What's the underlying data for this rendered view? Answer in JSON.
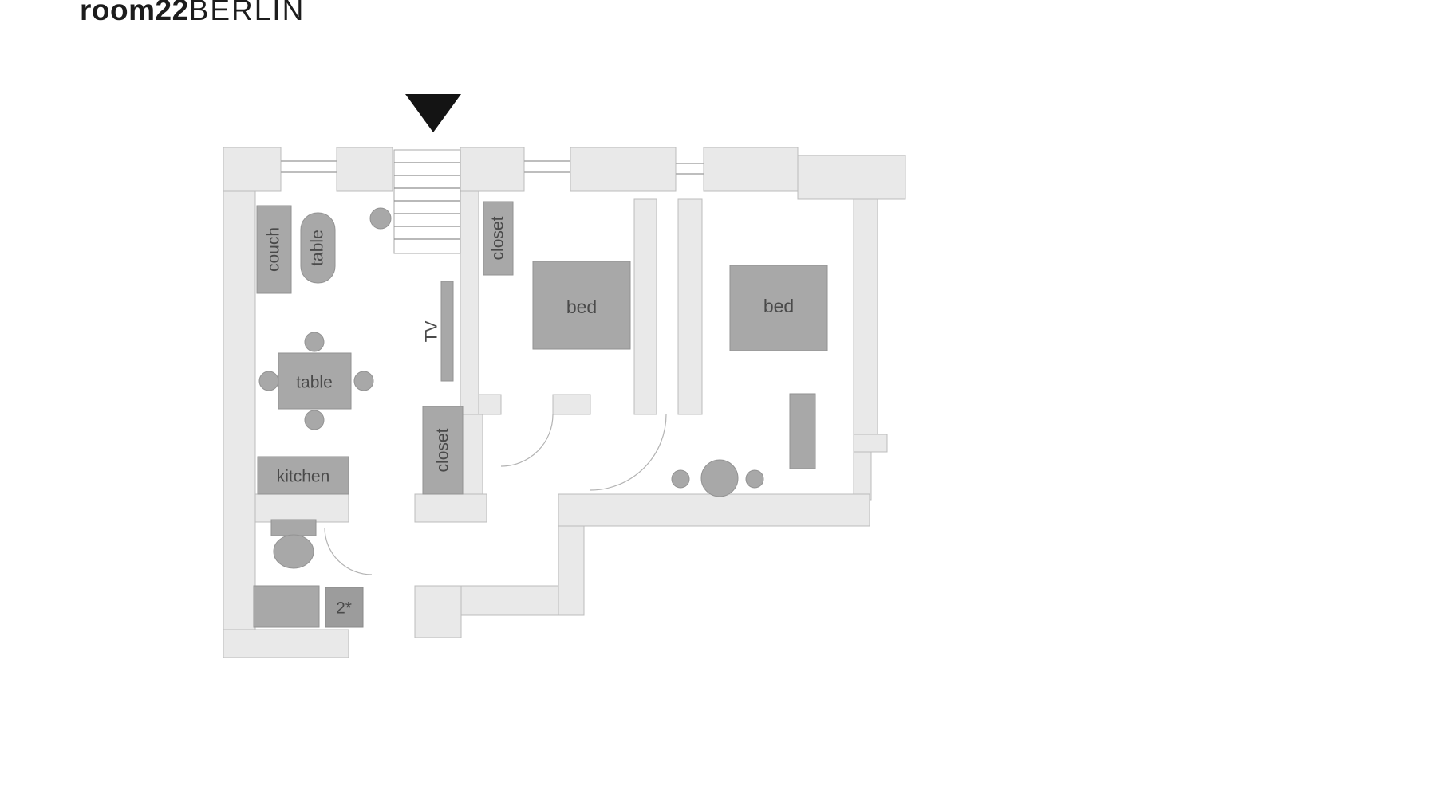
{
  "logo": {
    "brand_bold": "room22",
    "brand_light": "BERLIN"
  },
  "colors": {
    "wall_fill": "#e9e9e9",
    "wall_stroke": "#bcbcbc",
    "furniture_fill": "#a8a8a8",
    "furniture_stroke": "#929292",
    "label_color": "#4a4a4a",
    "entrance_marker": "#141414",
    "logo_color": "#1c1c1c"
  },
  "floorplan": {
    "labels": {
      "couch": "couch",
      "oval_table": "table",
      "closet_top": "closet",
      "bed_1": "bed",
      "bed_2": "bed",
      "tv": "TV",
      "dining_table": "table",
      "kitchen": "kitchen",
      "closet_hall": "closet",
      "bath_note": "2*"
    }
  }
}
